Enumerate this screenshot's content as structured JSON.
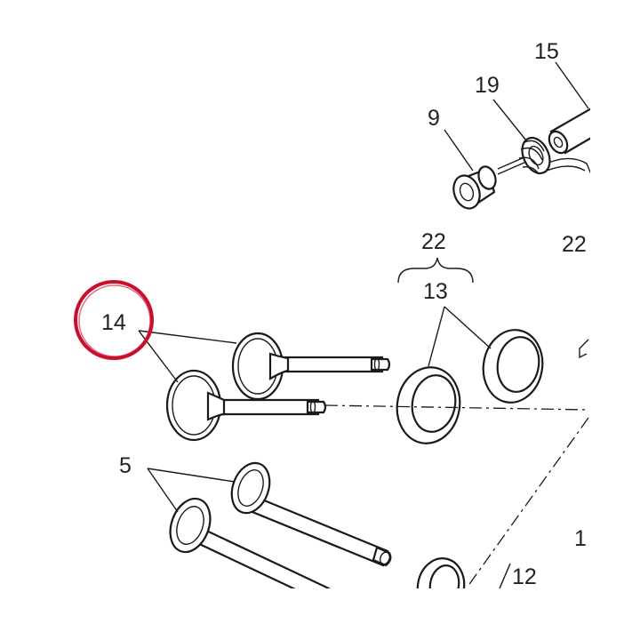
{
  "figure": {
    "callouts": {
      "c14": "14",
      "c5": "5",
      "c22_main": "22",
      "c13": "13",
      "c9": "9",
      "c19": "19",
      "c15_partial": "15",
      "c22_right": "22",
      "c12": "12",
      "c1_partial": "1"
    },
    "highlight": {
      "target": "14",
      "color": "#c8102e"
    },
    "colors": {
      "line": "#1a1a1a",
      "background": "#ffffff"
    }
  }
}
